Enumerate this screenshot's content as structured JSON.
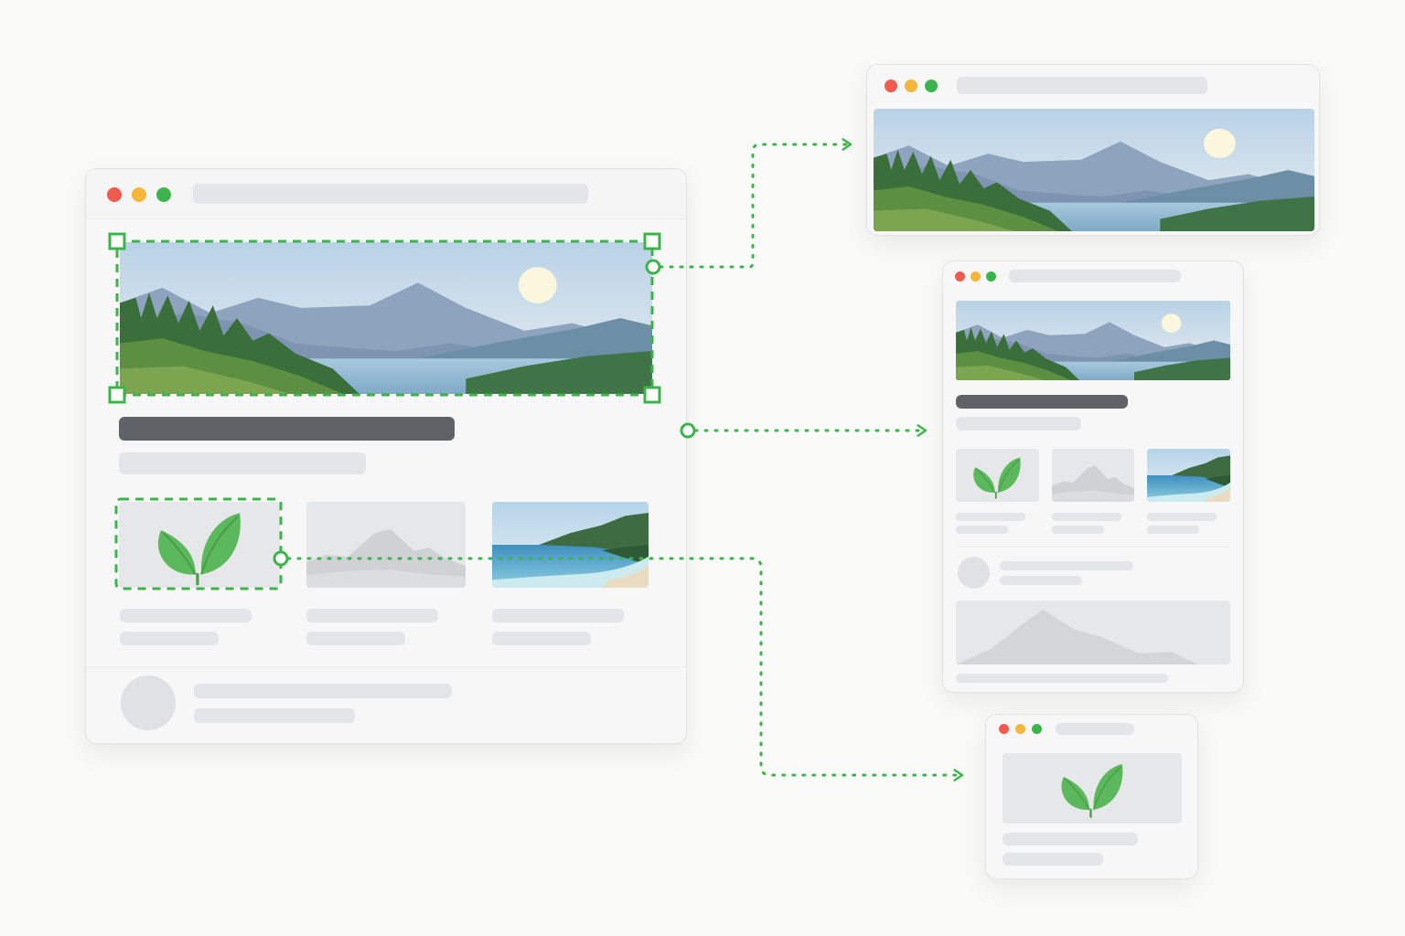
{
  "colors": {
    "accent": "#3cb44b",
    "traffic_red": "#ef5b4c",
    "traffic_yellow": "#f4b63b",
    "traffic_green": "#3cb44b",
    "placeholder": "#e3e5e8",
    "placeholder_dark": "#5f6368",
    "window_bg": "#f7f7f7",
    "leaf": "#5cb85c"
  },
  "icons": {
    "traffic_lights": [
      "close-dot",
      "minimize-dot",
      "maximize-dot"
    ],
    "hero_image": "mountain-lake-landscape-image",
    "leaf": "leaf-icon",
    "mountain": "mountain-placeholder-icon",
    "beach": "beach-coast-image",
    "avatar": "avatar-placeholder",
    "arrow": "arrow-right-icon"
  },
  "windows": {
    "source": "desktop-source-layout",
    "targets": [
      "wide-banner-layout",
      "tablet-layout",
      "mobile-card-layout"
    ]
  }
}
